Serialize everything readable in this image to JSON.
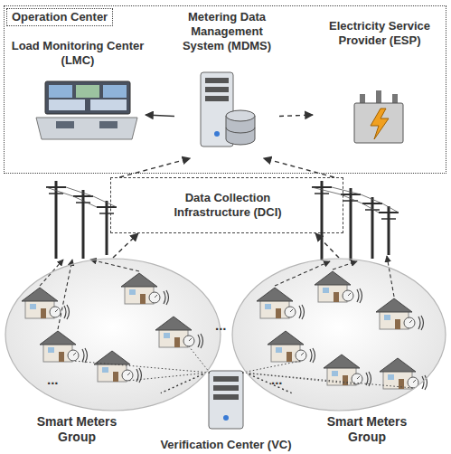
{
  "diagram": {
    "nodes": [
      {
        "text": [
          "Operation Center"
        ]
      },
      {
        "text": [
          "Load Monitoring Center (LMC)"
        ],
        "in": 0
      },
      {
        "text": [
          "Metering Data Management System (MDMS)"
        ],
        "in": 0
      },
      {
        "text": [
          "Electricity Service Provider (ESP)"
        ],
        "in": 0
      },
      {
        "text": [
          "Data Collection Infrastructure (DCI)"
        ]
      },
      {
        "text": [
          "Smart Meters Group"
        ]
      },
      {
        "text": [
          "Smart Meters Group"
        ]
      },
      {
        "text": [
          "Verification Center (VC)"
        ]
      }
    ],
    "edges": [
      {
        "from": 2,
        "to": 1,
        "arrow": "to"
      },
      {
        "from": 2,
        "to": 3,
        "arrow": "to"
      },
      {
        "from": 4,
        "to": 2,
        "arrow": "to"
      },
      {
        "from": 4,
        "to": 2,
        "arrow": "to"
      },
      {
        "from": 5,
        "to": 4,
        "arrow": "to"
      },
      {
        "from": 6,
        "to": 4,
        "arrow": "to"
      },
      {
        "from": 7,
        "to": 5,
        "arrow": "none"
      },
      {
        "from": 7,
        "to": 6,
        "arrow": "none"
      }
    ],
    "labels": [
      "...",
      "...",
      "..."
    ]
  }
}
